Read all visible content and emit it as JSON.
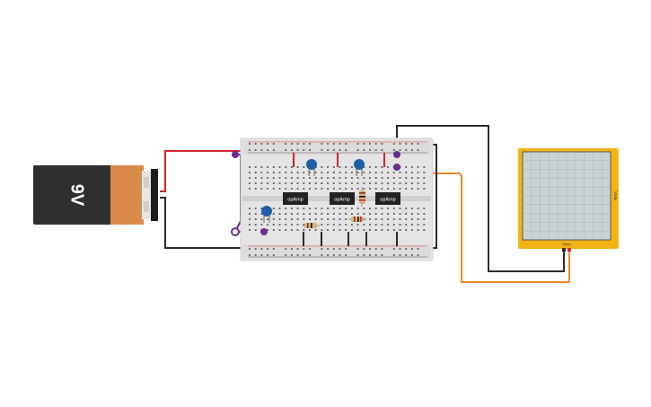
{
  "battery": {
    "label": "9V"
  },
  "chips": [
    {
      "label": "opAmp"
    },
    {
      "label": "opAmp"
    },
    {
      "label": "opAmp"
    }
  ],
  "oscilloscope": {
    "x_label": "Time",
    "y_label": "V/div"
  },
  "colors": {
    "wire_red": "#d1232a",
    "wire_black": "#2b2b2b",
    "wire_purple": "#6b2c8f",
    "wire_orange": "#f08a24",
    "scope_frame": "#f2b316",
    "battery_body": "#2f2f2f",
    "battery_cap": "#d98c4a",
    "capacitor": "#1f5fa8"
  },
  "icons": [
    "battery-9v-icon",
    "breadboard-icon",
    "opamp-chip-icon",
    "capacitor-icon",
    "resistor-icon",
    "oscilloscope-icon"
  ]
}
